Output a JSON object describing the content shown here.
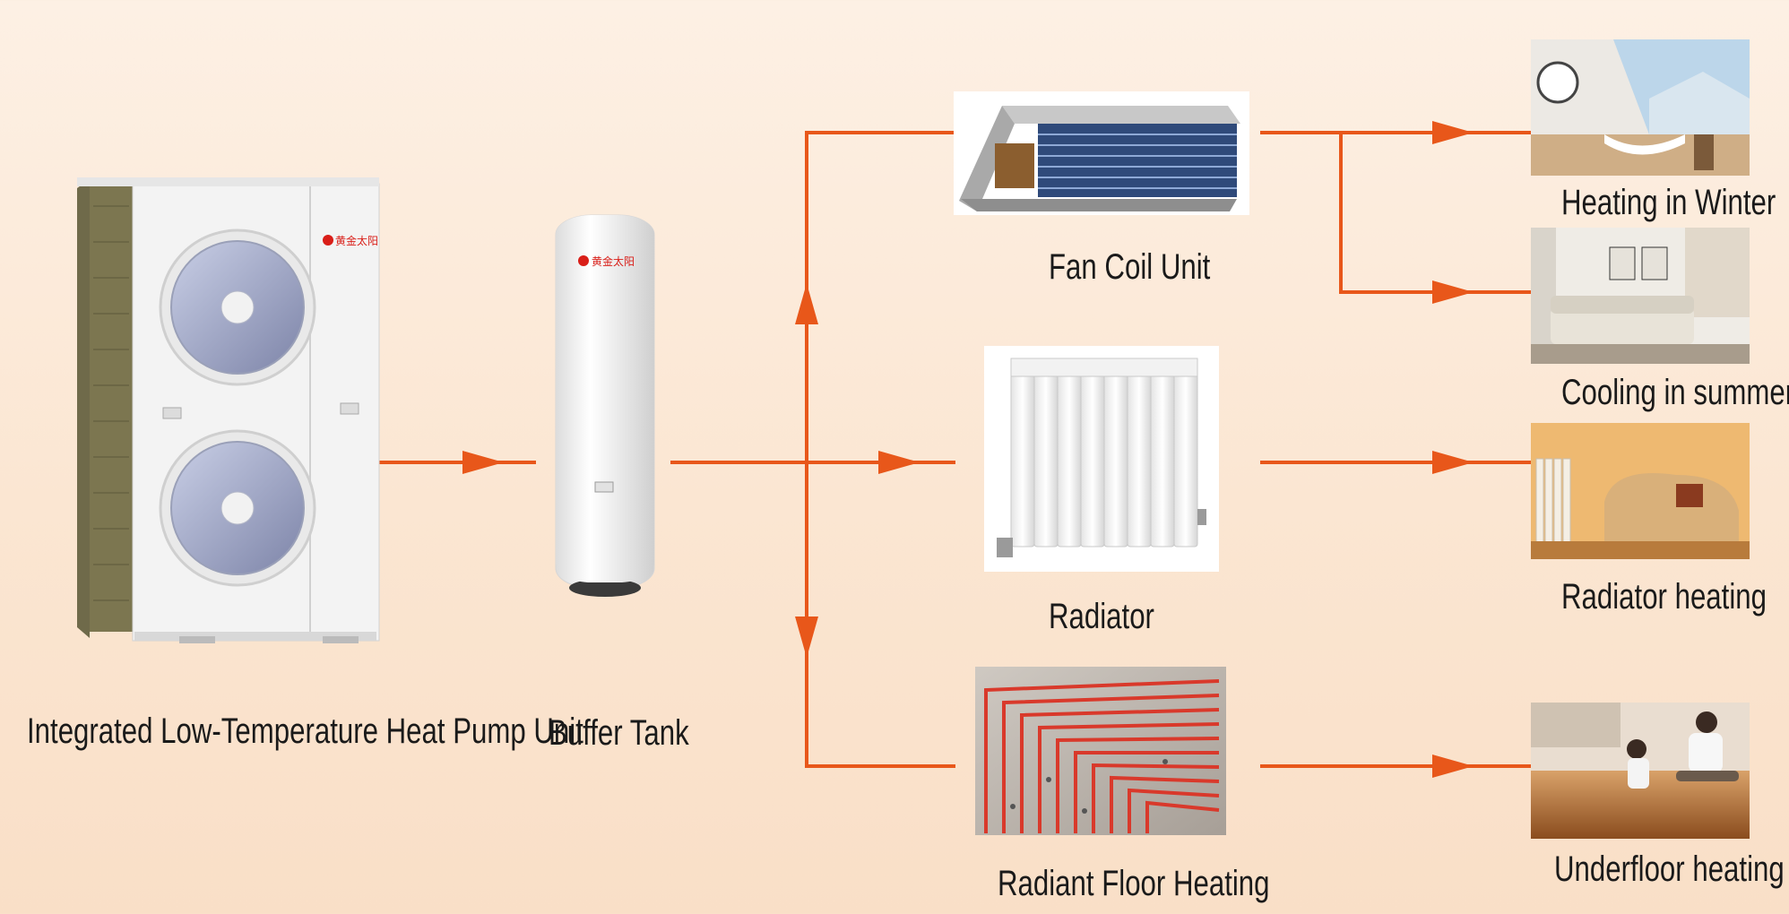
{
  "labels": {
    "heat_pump": "Integrated Low-Temperature Heat Pump Unit",
    "buffer_tank": "Buffer Tank",
    "fan_coil": "Fan Coil Unit",
    "radiator": "Radiator",
    "radiant_floor": "Radiant Floor Heating",
    "heating_winter": "Heating in Winter",
    "cooling_summer": "Cooling in summer",
    "radiator_heating": "Radiator heating",
    "underfloor_heating": "Underfloor heating"
  },
  "brand": {
    "logo_text": "黄金太阳"
  },
  "colors": {
    "flow_arrow": "#e8571a",
    "background": "#fdeedd"
  },
  "icons": [
    "heat-pump-unit-image",
    "buffer-tank-image",
    "fan-coil-unit-image",
    "radiator-image",
    "radiant-floor-image",
    "room-winter-photo",
    "living-room-summer-photo",
    "radiator-room-photo",
    "family-floor-photo"
  ]
}
